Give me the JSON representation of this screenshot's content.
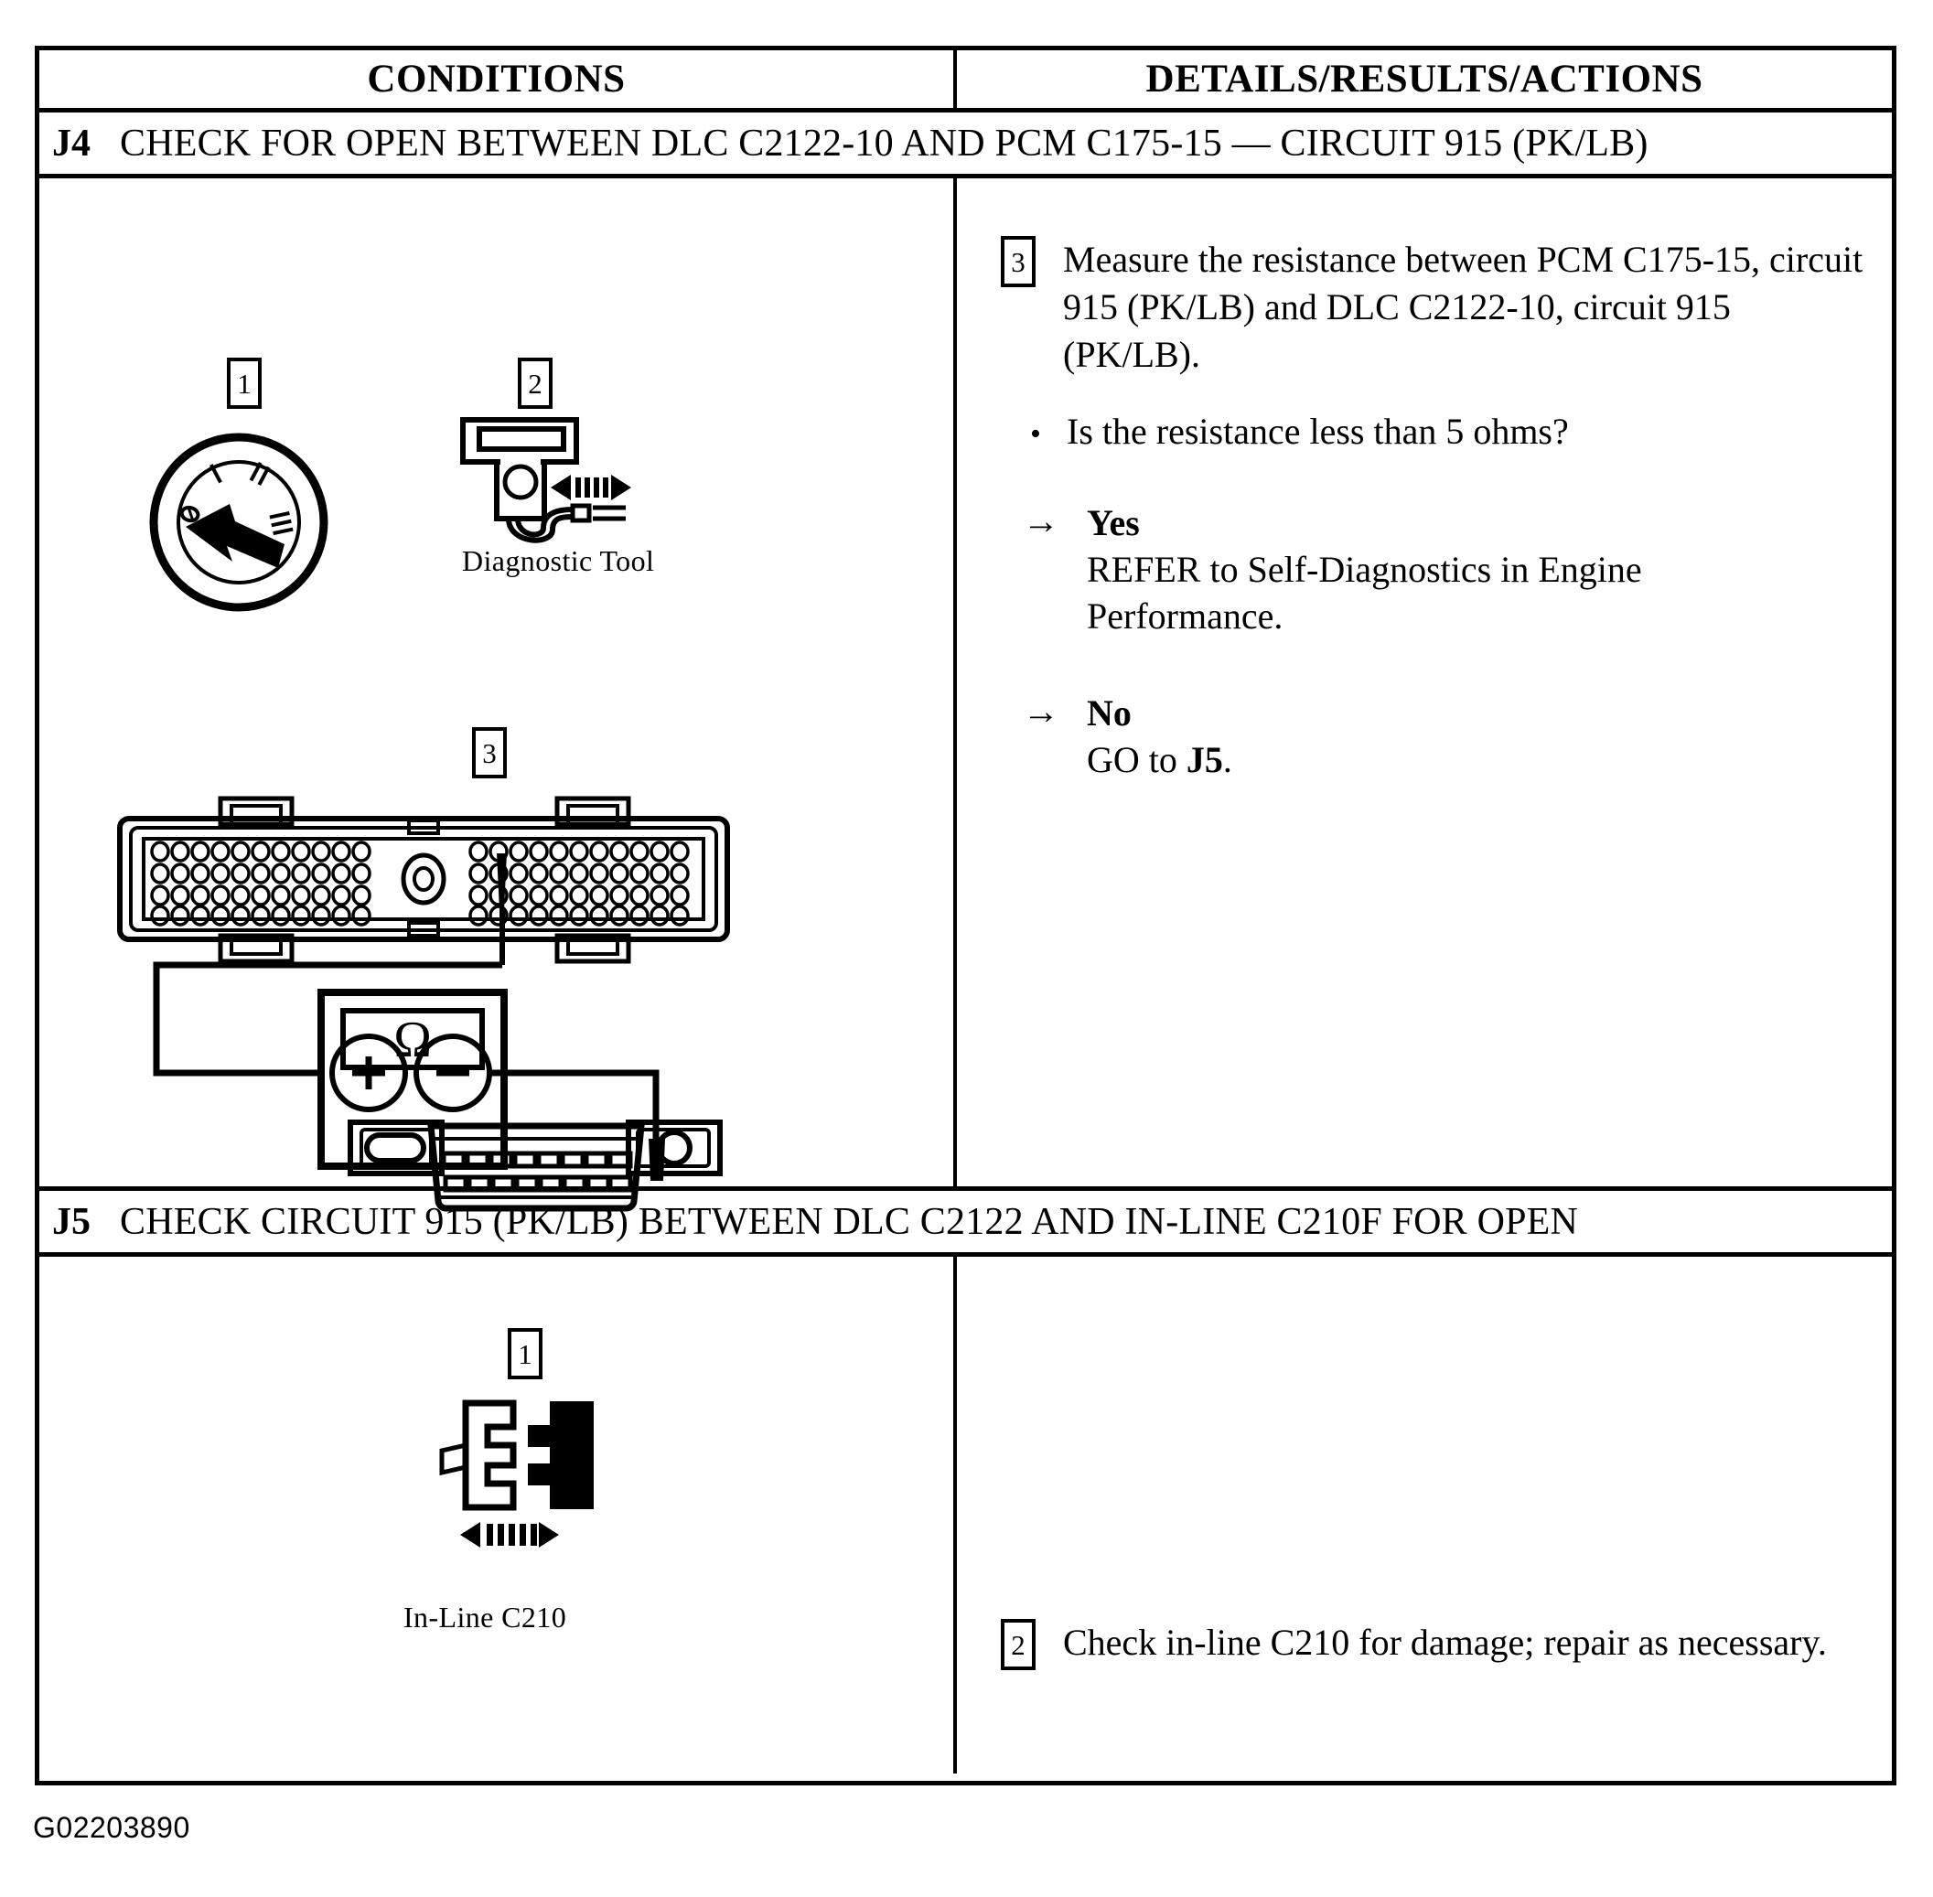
{
  "table": {
    "columns": [
      {
        "label": "CONDITIONS"
      },
      {
        "label": "DETAILS/RESULTS/ACTIONS"
      }
    ]
  },
  "steps": [
    {
      "id": "J4",
      "title": "CHECK FOR OPEN BETWEEN DLC C2122-10 AND PCM C175-15 — CIRCUIT 915 (PK/LB)",
      "conditions": {
        "figures": [
          {
            "callout": "1",
            "name": "ignition-switch",
            "positions": [
              "0",
              "I",
              "II",
              "III"
            ],
            "caption": ""
          },
          {
            "callout": "2",
            "name": "diagnostic-tool",
            "caption": "Diagnostic Tool"
          },
          {
            "callout": "3",
            "name": "pcm-connector-ohmmeter-dlc",
            "meter_symbol": "Ω",
            "terminal_plus": "+",
            "terminal_minus": "−",
            "caption": ""
          }
        ]
      },
      "details": {
        "instruction": {
          "callout": "3",
          "text": "Measure the resistance between PCM C175-15, circuit 915 (PK/LB) and DLC C2122-10, circuit 915 (PK/LB)."
        },
        "question": "Is the resistance less than 5 ohms?",
        "answers": [
          {
            "label": "Yes",
            "detail": "REFER to Self-Diagnostics in Engine Performance."
          },
          {
            "label": "No",
            "detail_prefix": "GO to ",
            "detail_target": "J5",
            "detail_suffix": "."
          }
        ]
      }
    },
    {
      "id": "J5",
      "title": "CHECK CIRCUIT 915 (PK/LB) BETWEEN DLC C2122 AND IN-LINE C210F FOR OPEN",
      "conditions": {
        "figures": [
          {
            "callout": "1",
            "name": "in-line-connector",
            "caption": "In-Line C210"
          }
        ]
      },
      "details": {
        "instruction": {
          "callout": "2",
          "text": "Check in-line C210 for damage; repair as necessary."
        }
      }
    }
  ],
  "footer": {
    "code": "G02203890"
  },
  "glyphs": {
    "bullet": "•",
    "arrow": "→"
  },
  "colors": {
    "ink": "#000000",
    "paper": "#ffffff"
  }
}
